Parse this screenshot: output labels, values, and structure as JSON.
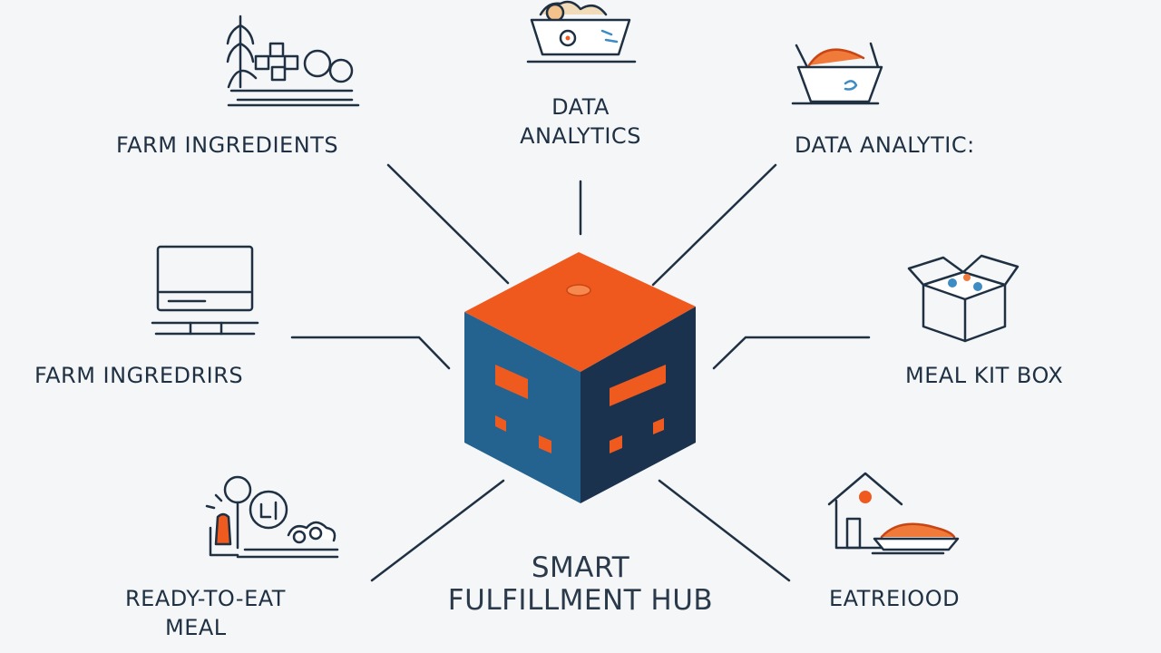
{
  "hub": {
    "title_line1": "SMART",
    "title_line2": "FULFILLMENT HUB"
  },
  "nodes": {
    "top_left": {
      "label": "FARM INGREDIENTS",
      "icon": "farm-icon"
    },
    "top_center": {
      "label_line1": "DATA",
      "label_line2": "ANALYTICS",
      "icon": "ingredient-bowl-icon"
    },
    "top_right": {
      "label": "DATA ANALYTIC:",
      "icon": "food-basket-icon"
    },
    "mid_left": {
      "label": "FARM INGREDRIRS",
      "icon": "computer-monitor-icon"
    },
    "mid_right": {
      "label": "MEAL KIT BOX",
      "icon": "meal-kit-box-icon"
    },
    "bottom_left": {
      "label_line1": "READY-TO-EAT",
      "label_line2": "MEAL",
      "icon": "garden-produce-icon"
    },
    "bottom_right": {
      "label": "EATREIOOD",
      "icon": "house-food-icon"
    }
  },
  "colors": {
    "background": "#f4f6f8",
    "line": "#1f3042",
    "cube_top": "#f0591e",
    "cube_left": "#24628f",
    "cube_right": "#1b324f",
    "accent_orange": "#ef5a1f",
    "icon_blue": "#3d8cc4"
  }
}
